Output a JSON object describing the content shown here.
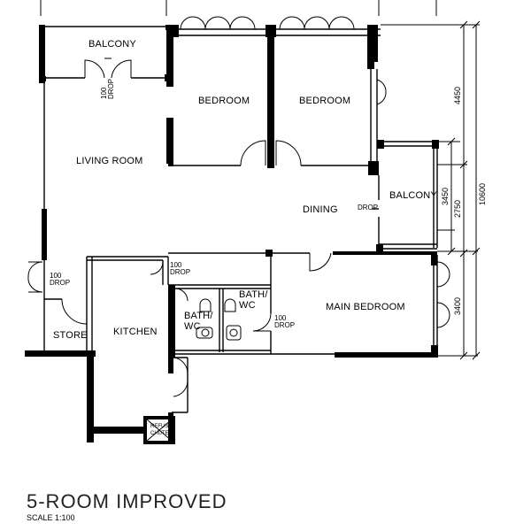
{
  "plan": {
    "title": "5-ROOM IMPROVED",
    "scale": "SCALE   1:100",
    "rooms": {
      "balcony_top": "BALCONY",
      "bedroom_1": "BEDROOM",
      "bedroom_2": "BEDROOM",
      "living_room": "LIVING ROOM",
      "dining": "DINING",
      "balcony_right": "BALCONY",
      "main_bedroom": "MAIN BEDROOM",
      "kitchen": "KITCHEN",
      "store": "STORE",
      "bath_wc_1_line1": "BATH/",
      "bath_wc_1_line2": "WC",
      "bath_wc_2_line1": "BATH/",
      "bath_wc_2_line2": "WC",
      "refuse_line1": "REFUSE",
      "refuse_line2": "CHUTE"
    },
    "drops": {
      "balcony_drop_num": "100",
      "balcony_drop_word": "DROP",
      "dining_drop": "DROP",
      "store_drop_num": "100",
      "store_drop_word": "DROP",
      "kitchen_drop_num": "100",
      "kitchen_drop_word": "DROP",
      "bath_drop_num": "100",
      "bath_drop_word": "DROP"
    },
    "dimensions": {
      "d4450": "4450",
      "d3450": "3450",
      "d2750": "2750",
      "d10600": "10600",
      "d3400": "3400"
    }
  }
}
